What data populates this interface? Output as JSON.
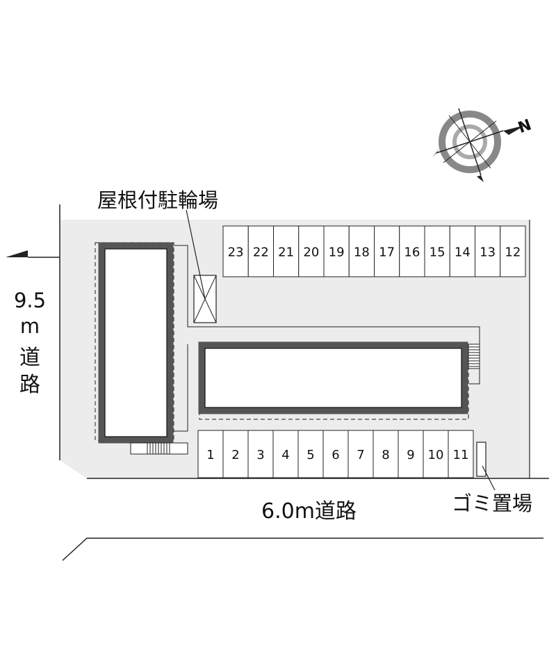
{
  "labels": {
    "bicycle_parking": "屋根付駐輪場",
    "road_front": "6.0m道路",
    "road_side_width": "9.5",
    "road_side_unit": "m",
    "road_side_kanji_1": "道",
    "road_side_kanji_2": "路",
    "garbage": "ゴミ置場",
    "north": "N"
  },
  "parking_top": [
    "23",
    "22",
    "21",
    "20",
    "19",
    "18",
    "17",
    "16",
    "15",
    "14",
    "13",
    "12"
  ],
  "parking_bottom": [
    "1",
    "2",
    "3",
    "4",
    "5",
    "6",
    "7",
    "8",
    "9",
    "10",
    "11"
  ],
  "colors": {
    "lot_fill": "#ececec",
    "building_wall": "#555555",
    "line": "#222222"
  }
}
